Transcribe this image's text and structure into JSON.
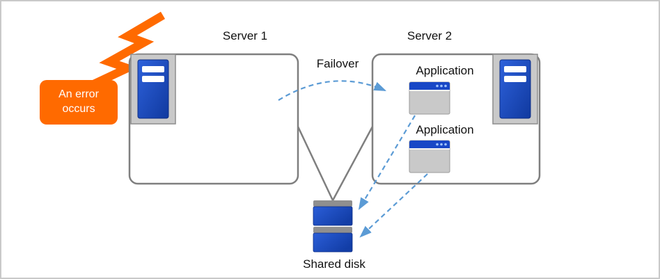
{
  "diagram": {
    "labels": {
      "server1": "Server 1",
      "server2": "Server 2",
      "failover": "Failover",
      "application1": "Application",
      "application2": "Application",
      "shared_disk": "Shared disk",
      "error_callout": "An error occurs"
    },
    "icons": {
      "error_burst": "lightning-burst-icon",
      "server1": "server-tower-icon",
      "server2": "server-tower-icon",
      "application1": "app-window-icon",
      "application2": "app-window-icon",
      "shared_disk": "disk-stack-icon"
    },
    "colors": {
      "orange": "#FF6A00",
      "server_blue": "#1847C6",
      "arrow_blue": "#5B9BD5",
      "line_gray": "#7F7F7F",
      "panel_gray": "#C9C9C9"
    }
  }
}
